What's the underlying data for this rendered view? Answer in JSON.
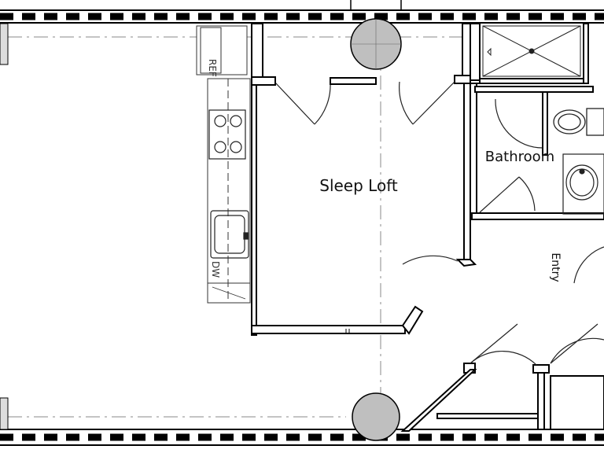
{
  "labels": {
    "sleep_loft": "Sleep Loft",
    "bathroom": "Bathroom",
    "entry": "Entry",
    "ref": "REF",
    "dw": "DW"
  },
  "colors": {
    "wall": "#000000",
    "line": "#222222",
    "column_fill": "#bfbfbf",
    "dash": "#888888",
    "background": "#ffffff"
  }
}
